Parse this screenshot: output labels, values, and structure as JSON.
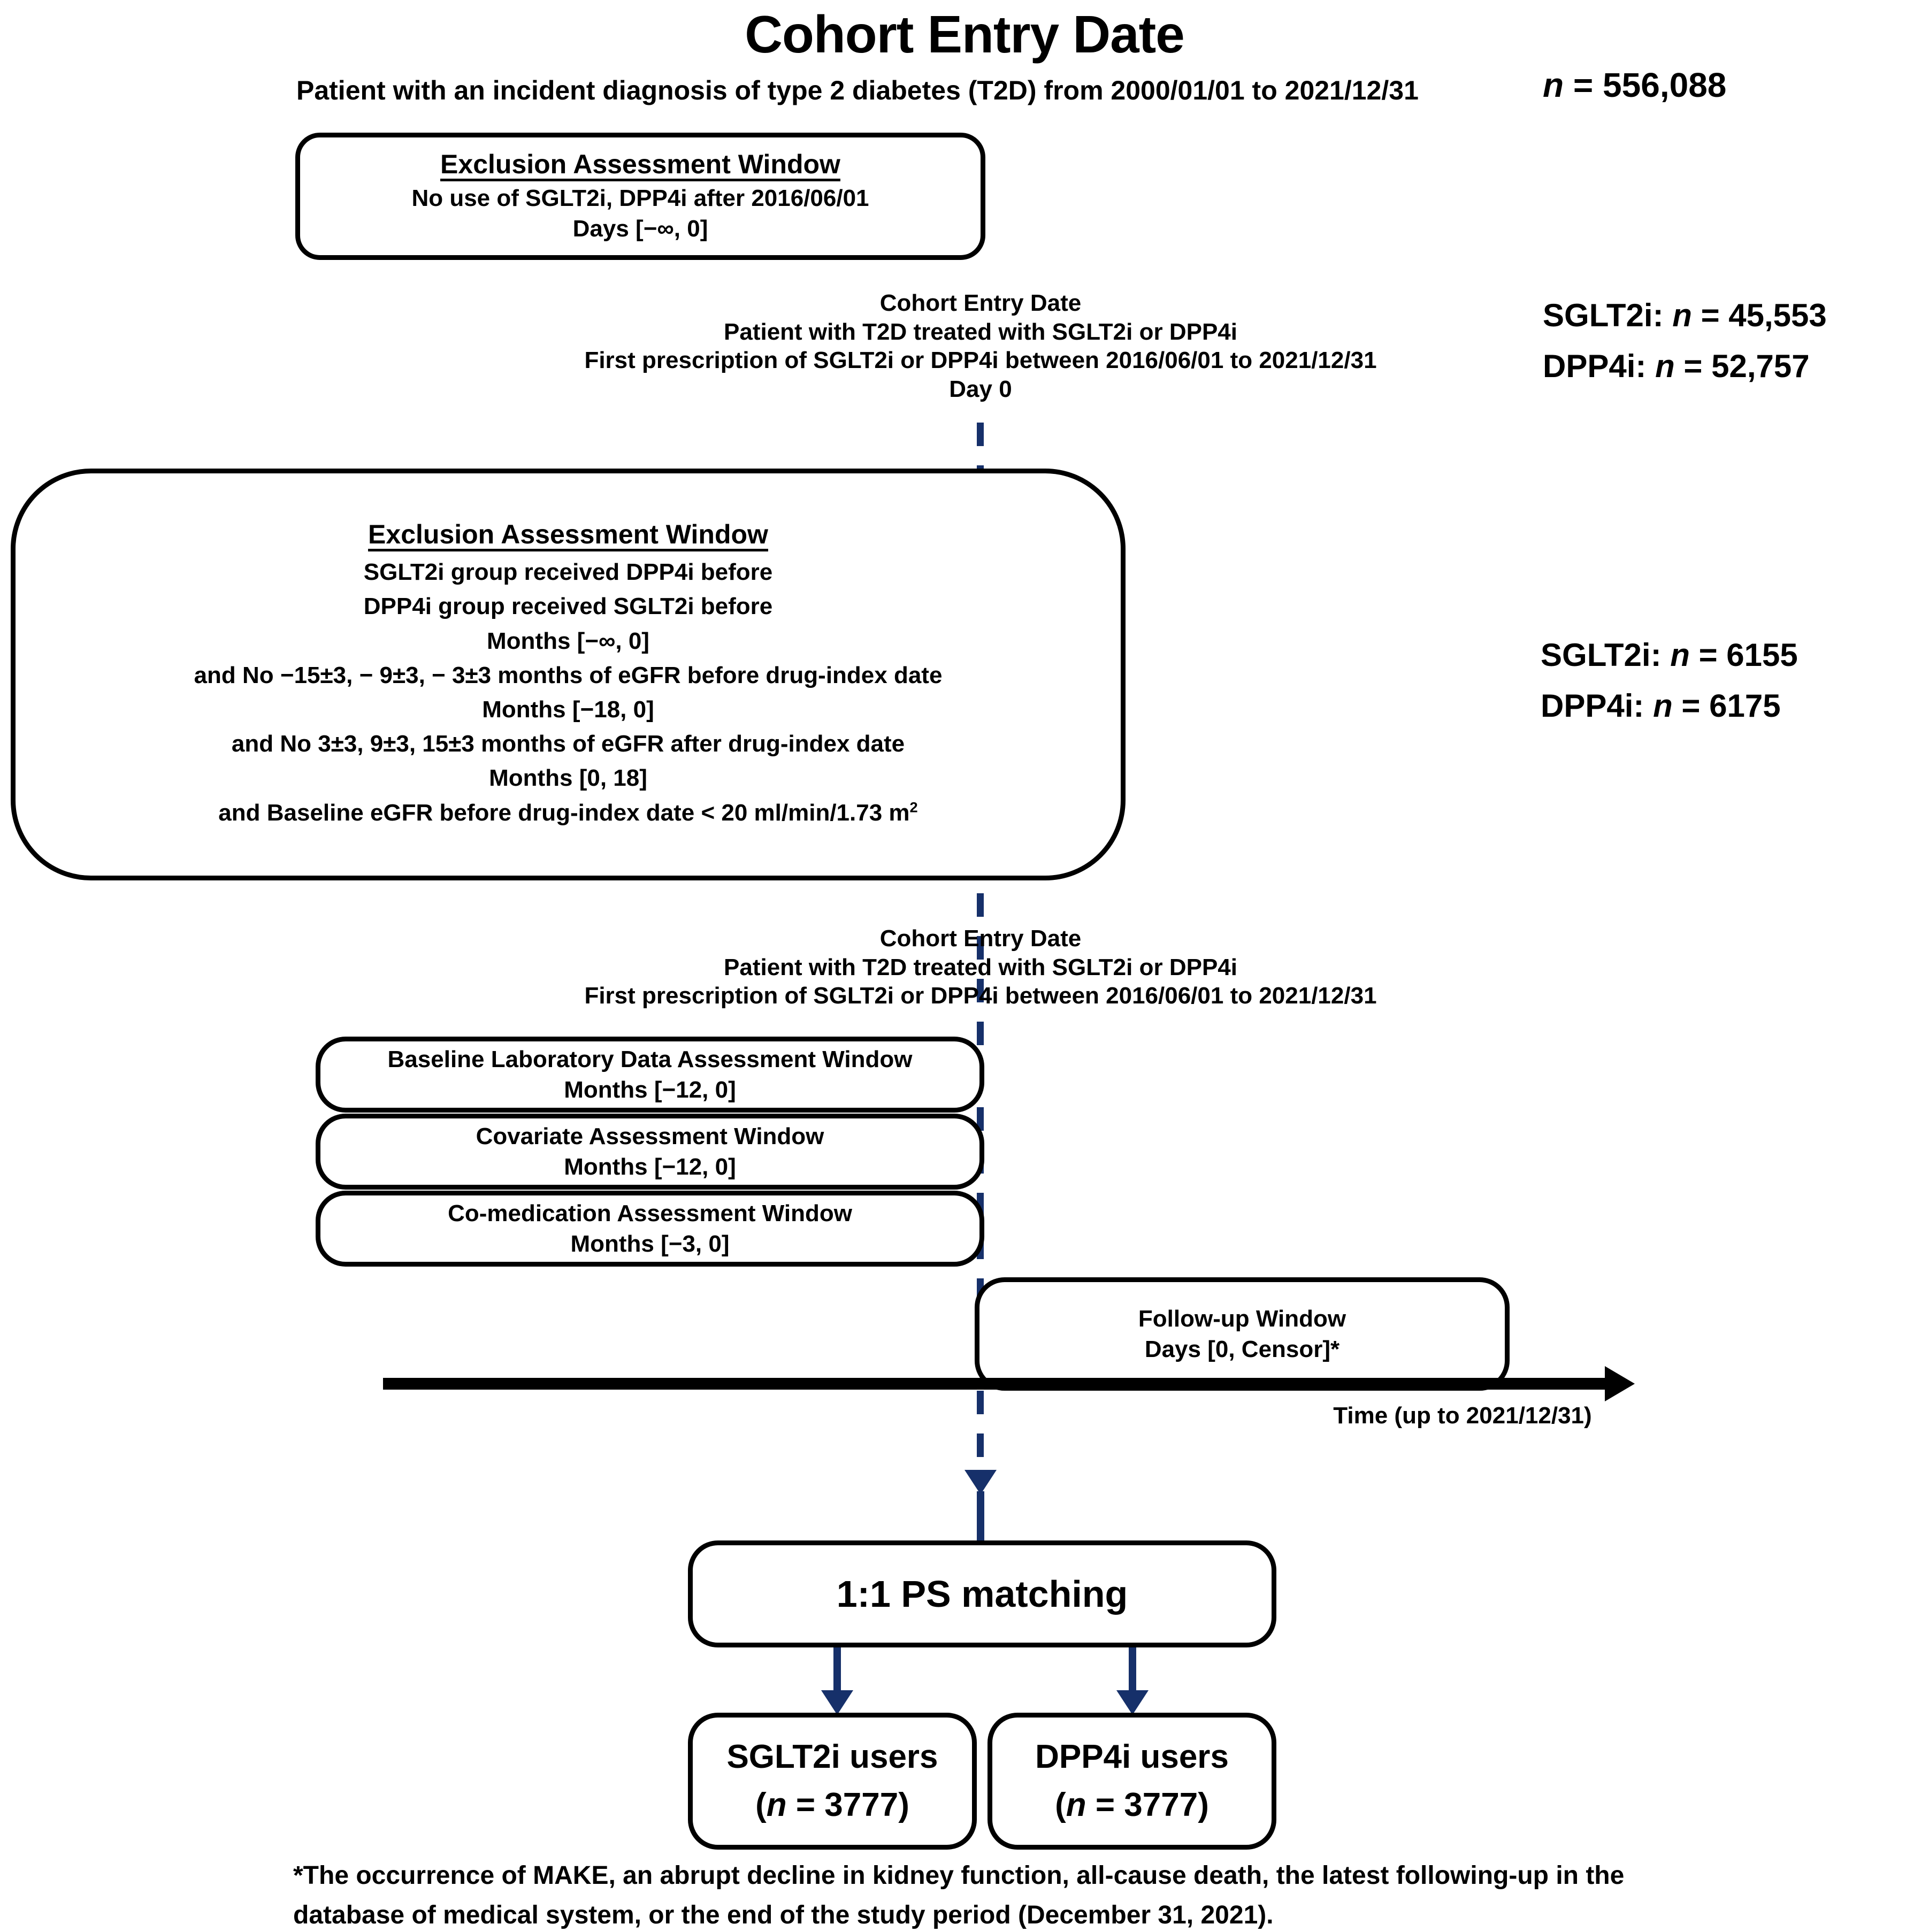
{
  "figure": {
    "title": "Cohort Entry Date",
    "subtitle": "Patient with an incident diagnosis of type 2 diabetes (T2D) from 2000/01/01 to 2021/12/31",
    "total_n_prefix": "n",
    "total_n_equals": "= 556,088"
  },
  "counts_stage1": {
    "sglt2i_label": "SGLT2i:",
    "sglt2i_n": "n",
    "sglt2i_value": "= 45,553",
    "dpp4i_label": "DPP4i:",
    "dpp4i_n": "n",
    "dpp4i_value": "= 52,757"
  },
  "counts_stage2": {
    "sglt2i_label": "SGLT2i:",
    "sglt2i_n": "n",
    "sglt2i_value": "= 6155",
    "dpp4i_label": "DPP4i:",
    "dpp4i_n": "n",
    "dpp4i_value": "= 6175"
  },
  "exclusion_box_1": {
    "title": "Exclusion Assessment Window",
    "lines": [
      "No use of SGLT2i, DPP4i after 2016/06/01",
      "Days [−∞, 0]"
    ]
  },
  "cohort_entry_label_1": {
    "lines": [
      "Cohort Entry Date",
      "Patient with T2D treated with SGLT2i or DPP4i",
      "First prescription of SGLT2i or DPP4i between 2016/06/01 to 2021/12/31",
      "Day 0"
    ]
  },
  "exclusion_box_2": {
    "title": "Exclusion Assessment Window",
    "lines": [
      "SGLT2i group received DPP4i before",
      "DPP4i group received SGLT2i before",
      "Months [−∞, 0]",
      "and No −15±3, − 9±3, − 3±3 months of eGFR before drug-index date",
      "Months [−18, 0]",
      "and No 3±3, 9±3, 15±3 months of eGFR after drug-index date",
      "Months [0, 18]"
    ],
    "last_line_pre": "and Baseline eGFR before drug-index date < 20 ml/min/1.73 m",
    "last_line_sup": "2"
  },
  "cohort_entry_label_2": {
    "lines": [
      "Cohort Entry Date",
      "Patient with T2D treated with SGLT2i or DPP4i",
      "First prescription of SGLT2i or DPP4i between 2016/06/01 to 2021/12/31"
    ]
  },
  "window_boxes": [
    {
      "title": "Baseline Laboratory Data Assessment Window",
      "range": "Months [−12, 0]"
    },
    {
      "title": "Covariate Assessment Window",
      "range": "Months [−12, 0]"
    },
    {
      "title": "Co-medication Assessment Window",
      "range": "Months [−3, 0]"
    }
  ],
  "followup_box": {
    "title": "Follow-up Window",
    "range": "Days [0, Censor]*"
  },
  "timeline": {
    "axis_label": "Time (up to 2021/12/31)"
  },
  "ps_matching": {
    "label": "1:1 PS matching"
  },
  "result_boxes": [
    {
      "title": "SGLT2i users",
      "count_pre": "(",
      "count_n": "n",
      "count_post": " = 3777)"
    },
    {
      "title": "DPP4i users",
      "count_pre": "(",
      "count_n": "n",
      "count_post": " = 3777)"
    }
  ],
  "footnote": {
    "line1": "*The occurrence of MAKE, an abrupt decline in kidney function, all-cause death, the latest following-up in the",
    "line2": "database of medical system, or the end of the study period (December 31, 2021)."
  },
  "colors": {
    "dashed_line": "#16306a",
    "box_border": "#000000",
    "text": "#000000"
  }
}
